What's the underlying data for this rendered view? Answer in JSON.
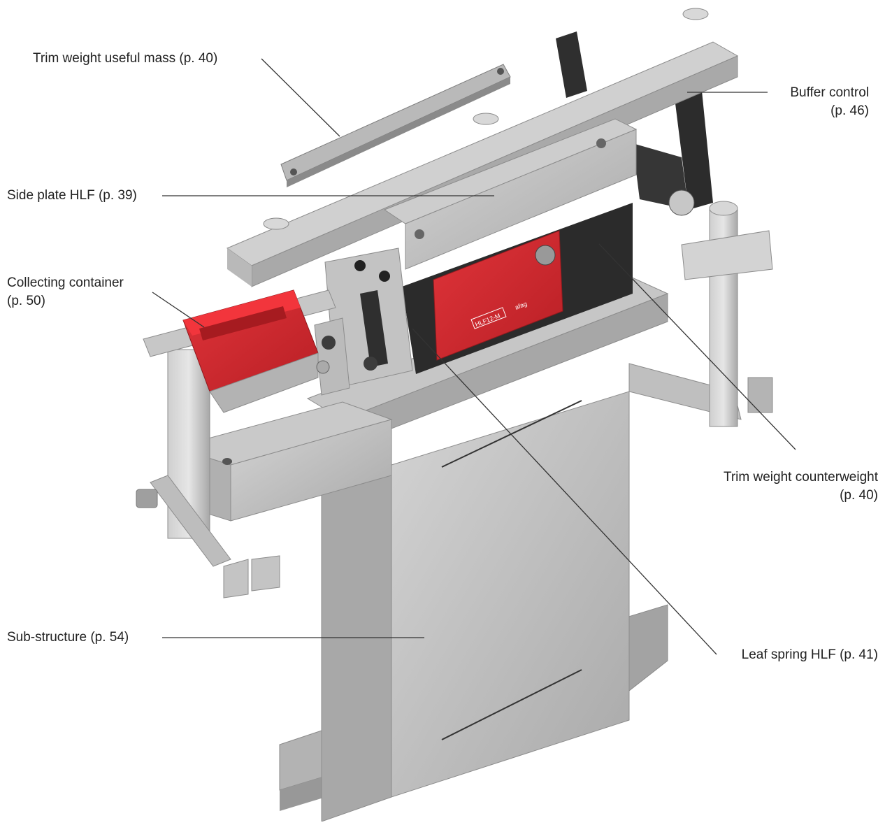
{
  "labels": {
    "trim_useful": "Trim weight useful mass (p. 40)",
    "side_plate": "Side plate HLF (p. 39)",
    "collecting_1": "Collecting container",
    "collecting_2": "(p. 50)",
    "sub_structure": "Sub-structure (p. 54)",
    "buffer_1": "Buffer control",
    "buffer_2": "(p. 46)",
    "counter_1": "Trim weight counterweight",
    "counter_2": "(p. 40)",
    "leaf_spring": "Leaf spring HLF (p. 41)"
  },
  "device": {
    "model": "HLF12-M",
    "brand": "afag"
  },
  "colors": {
    "steel": "#bcbcbc",
    "steel_dark": "#9a9a9a",
    "red": "#d42a2f",
    "black": "#2c2c2c",
    "leader": "#333333"
  }
}
